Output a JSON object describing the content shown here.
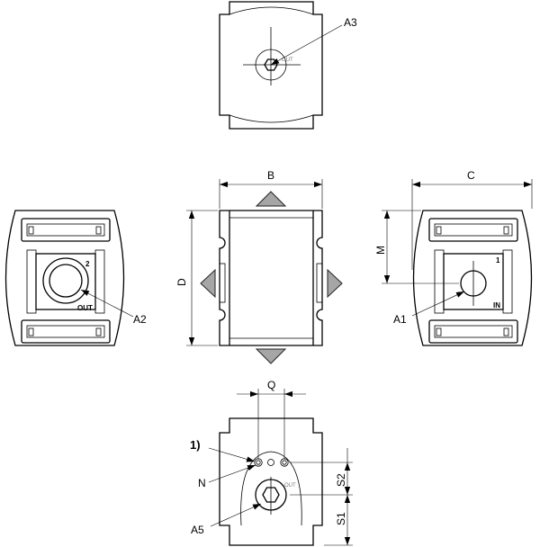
{
  "labels": {
    "a1": "A1",
    "a2": "A2",
    "a3": "A3",
    "a5": "A5",
    "b": "B",
    "c": "C",
    "d": "D",
    "m": "M",
    "q": "Q",
    "n": "N",
    "s1": "S1",
    "s2": "S2",
    "note": "1)"
  },
  "port_marks": {
    "out_top": "OUT",
    "out_bottom": "OUT",
    "out_left": "OUT",
    "in_right": "IN",
    "port_2": "2",
    "port_1": "1"
  }
}
